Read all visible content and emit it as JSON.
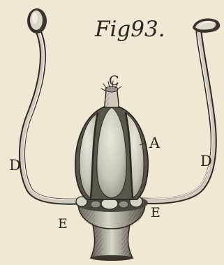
{
  "figure": {
    "title": "Fig93.",
    "labels": {
      "c": "C",
      "a": "A",
      "d_left": "D",
      "d_right": "D",
      "e_left": "E",
      "e_right": "E"
    }
  },
  "colors": {
    "paper": "#efe8d4",
    "ink": "#2a2620",
    "shade_light": "#d8d3c2",
    "shade_dark": "#7e7a70"
  }
}
